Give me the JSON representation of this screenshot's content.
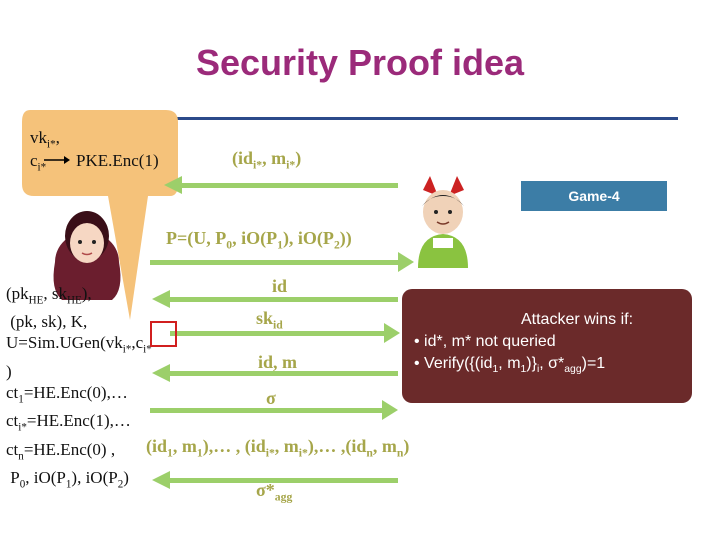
{
  "slide": {
    "title": "Security Proof idea"
  },
  "callout": {
    "line1_html": "vk<sub>i*</sub>,",
    "line2_html": "c<sub>i*</sub>",
    "line2_suffix": "PKE.Enc(1)"
  },
  "messages": {
    "id_m_star_html": "(id<sub>i*</sub>, m<sub>i*</sub>)",
    "game_label": "Game-4",
    "params_html": "P=(U, P<sub>0</sub>, iO(P<sub>1</sub>), iO(P<sub>2</sub>))",
    "id": "id",
    "sk_html": "sk<sub>id</sub>",
    "id_m": "id, m",
    "sigma": "σ",
    "list_html": "(id<sub>1</sub>, m<sub>1</sub>),… , (id<sub>i*</sub>, m<sub>i*</sub>),… ,(id<sub>n</sub>, m<sub>n</sub>)",
    "sigma_agg_html": "σ*<sub>agg</sub>"
  },
  "left_list": [
    "(pk<sub>HE</sub>, sk<sub>HE</sub>),",
    "&nbsp;(pk, sk), K,",
    "U=Sim.UGen(vk<sub>i*</sub>,c<sub>i*</sub>",
    ")",
    "ct<sub>1</sub>=HE.Enc(0),…",
    "ct<sub>i*</sub>=HE.Enc(1),…",
    "ct<sub>n</sub>=HE.Enc(0) ,",
    "&nbsp;P<sub>0</sub>, iO(P<sub>1</sub>), iO(P<sub>2</sub>)"
  ],
  "attacker_box": {
    "heading": "Attacker wins if:",
    "bullet1": "• id*, m* not queried",
    "bullet2_html": "• Verify({(id<sub>1</sub>, m<sub>1</sub>)}<sub>i</sub>, σ*<sub>agg</sub>)=1"
  },
  "colors": {
    "title": "#9b2a7a",
    "rule": "#2b4a8a",
    "arrow": "#9ccf6a",
    "message_text": "#a6a64a",
    "game_badge": "#3c7da6",
    "attacker_box": "#6b2a2a",
    "callout": "#f5c27a"
  }
}
